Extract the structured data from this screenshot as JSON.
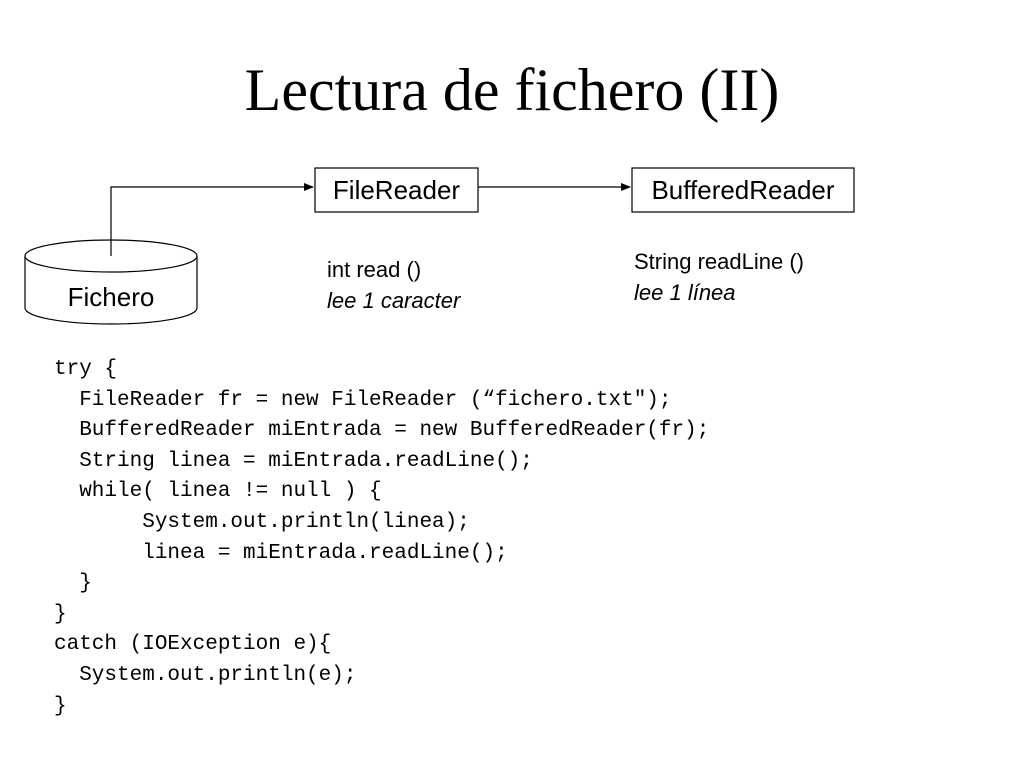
{
  "slide": {
    "title": "Lectura de fichero (II)"
  },
  "diagram": {
    "source_label": "Fichero",
    "file_reader": {
      "label": "FileReader",
      "method": "int read ()",
      "method_desc": "lee 1 caracter"
    },
    "buffered_reader": {
      "label": "BufferedReader",
      "method": "String readLine ()",
      "method_desc": "lee 1 línea"
    }
  },
  "code": {
    "lines": [
      "try {",
      "  FileReader fr = new FileReader (“fichero.txt\");",
      "  BufferedReader miEntrada = new BufferedReader(fr);",
      "  String linea = miEntrada.readLine();",
      "  while( linea != null ) {",
      "       System.out.println(linea);",
      "       linea = miEntrada.readLine();",
      "  }",
      "}",
      "catch (IOException e){",
      "  System.out.println(e);",
      "}"
    ]
  }
}
